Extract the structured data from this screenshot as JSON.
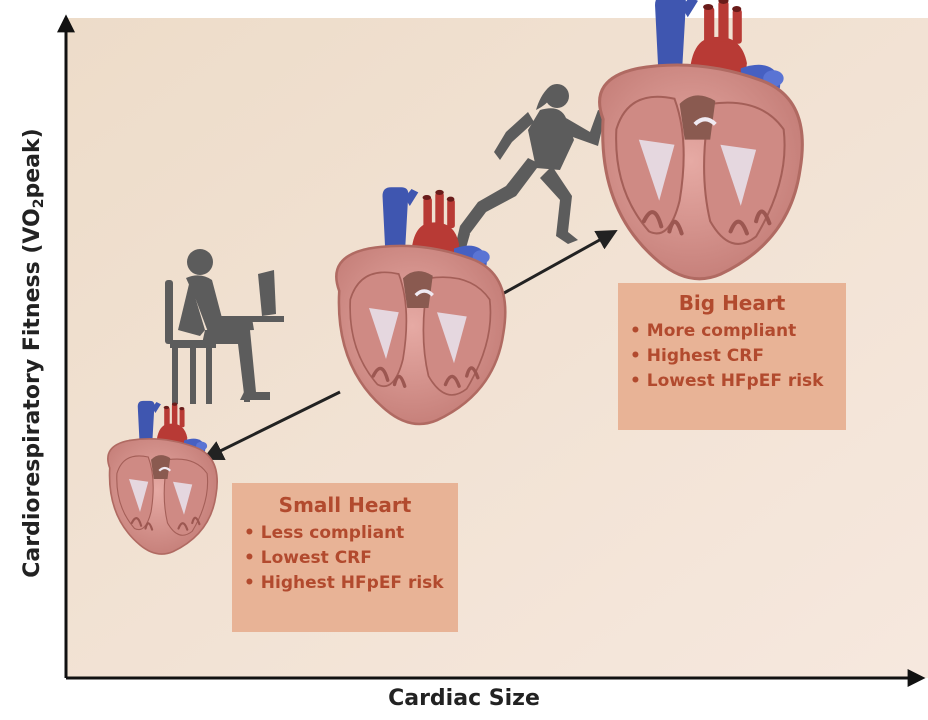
{
  "axes": {
    "x_label": "Cardiac Size",
    "y_label_main": "Cardiorespiratory Fitness (VO",
    "y_label_sub": "2",
    "y_label_end": "peak)"
  },
  "big_heart": {
    "title": "Big Heart",
    "items": [
      "• More compliant",
      "• Highest CRF",
      "• Lowest HFpEF risk"
    ]
  },
  "small_heart": {
    "title": "Small Heart",
    "items": [
      "• Less compliant",
      "• Lowest CRF",
      "• Highest HFpEF risk"
    ]
  },
  "icons": [
    "sitting-person-laptop-icon",
    "running-woman-icon",
    "small-heart-illustration",
    "medium-heart-illustration",
    "big-heart-illustration"
  ],
  "colors": {
    "background": "#f3e5d9",
    "box_fill": "#e8b396",
    "box_text": "#b24a2e",
    "silhouette": "#5c5c5c",
    "artery_blue": "#3f56b0",
    "aorta_red": "#b83a35",
    "heart_tissue": "#d9958e"
  }
}
